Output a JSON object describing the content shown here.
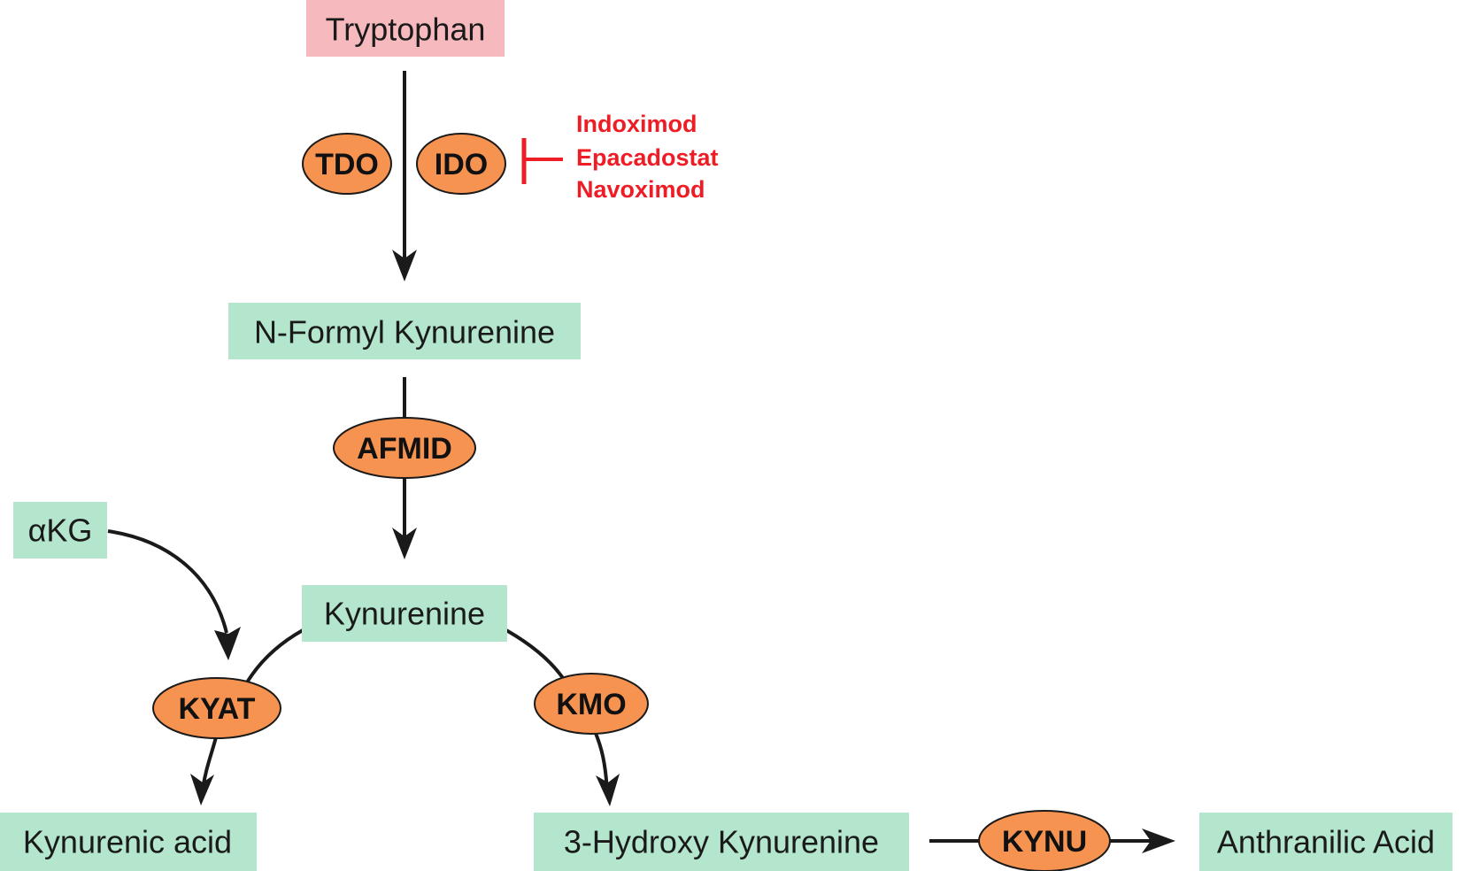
{
  "colors": {
    "start_node": "#f6b9bd",
    "metabolite_node": "#b4e6cd",
    "enzyme_fill": "#f79351",
    "enzyme_stroke": "#1a1a1a",
    "inhibitor": "#ee1c25",
    "edge": "#1a1a1a"
  },
  "nodes": {
    "tryptophan": "Tryptophan",
    "n_formyl_kynurenine": "N-Formyl Kynurenine",
    "akg": "αKG",
    "kynurenine": "Kynurenine",
    "kynurenic_acid": "Kynurenic acid",
    "hydroxy_kynurenine": "3-Hydroxy Kynurenine",
    "anthranilic_acid": "Anthranilic Acid"
  },
  "enzymes": {
    "tdo": "TDO",
    "ido": "IDO",
    "afmid": "AFMID",
    "kyat": "KYAT",
    "kmo": "KMO",
    "kynu": "KYNU"
  },
  "inhibitors": [
    "Indoximod",
    "Epacadostat",
    "Navoximod"
  ]
}
